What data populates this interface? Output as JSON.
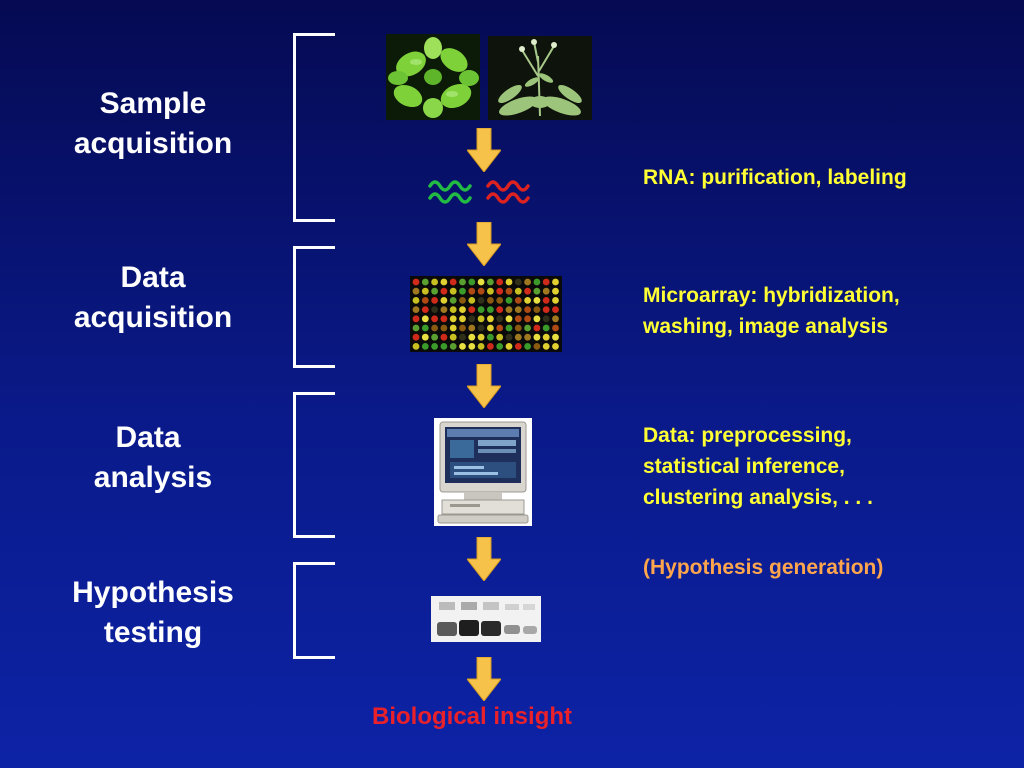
{
  "stages": [
    {
      "line1": "Sample",
      "line2": "acquisition"
    },
    {
      "line1": "Data",
      "line2": "acquisition"
    },
    {
      "line1": "Data",
      "line2": "analysis"
    },
    {
      "line1": "Hypothesis",
      "line2": "testing"
    }
  ],
  "notes": {
    "rna": "RNA: purification, labeling",
    "microarray": [
      "Microarray: hybridization,",
      "washing, image analysis"
    ],
    "data": [
      "Data: preprocessing,",
      "statistical inference,",
      "clustering analysis, . . ."
    ],
    "hypothesis": "(Hypothesis generation)"
  },
  "outcome": "Biological insight",
  "colors": {
    "background_top": "#050a52",
    "background_bottom": "#0d23a6",
    "stage_text": "#ffffff",
    "note_text": "#ffff33",
    "hypothesis_text": "#ffa64d",
    "outcome_text": "#e8212a",
    "arrow_fill": "#f7c24a",
    "rna_green": "#22bb44",
    "rna_red": "#dd2222"
  },
  "icons": [
    "plant-photo",
    "bolting-plant-photo",
    "rna-wave-icon",
    "microarray-image",
    "computer-workstation-image",
    "gel-blot-image",
    "down-arrow-icon"
  ]
}
